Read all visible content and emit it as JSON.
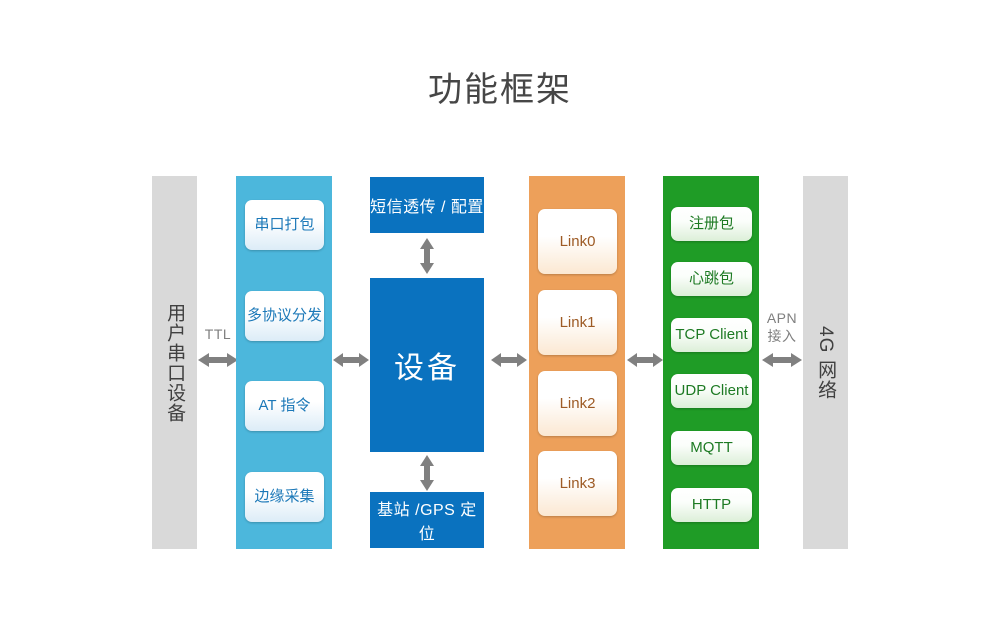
{
  "title": "功能框架",
  "colors": {
    "gray_column": "#d9d9d9",
    "light_blue_column": "#4cb7dc",
    "dark_blue_box": "#0a72bf",
    "orange_column": "#eda05a",
    "green_column": "#1f9c26",
    "arrow_gray": "#808080",
    "title_text": "#464646"
  },
  "left_device": {
    "label": "用户串口设备"
  },
  "ttl": {
    "label": "TTL"
  },
  "serial_column": {
    "items": [
      {
        "label": "串口打包"
      },
      {
        "label": "多协议分发"
      },
      {
        "label": "AT 指令"
      },
      {
        "label": "边缘采集"
      }
    ]
  },
  "center": {
    "sms": "短信透传 / 配置",
    "device": "设备",
    "gps": "基站 /GPS 定位"
  },
  "link_column": {
    "items": [
      {
        "label": "Link0"
      },
      {
        "label": "Link1"
      },
      {
        "label": "Link2"
      },
      {
        "label": "Link3"
      }
    ]
  },
  "protocol_column": {
    "items": [
      {
        "label": "注册包"
      },
      {
        "label": "心跳包"
      },
      {
        "label": "TCP Client"
      },
      {
        "label": "UDP Client"
      },
      {
        "label": "MQTT"
      },
      {
        "label": "HTTP"
      }
    ]
  },
  "apn": {
    "line1": "APN",
    "line2": "接入"
  },
  "network": {
    "label": "4G 网络"
  }
}
